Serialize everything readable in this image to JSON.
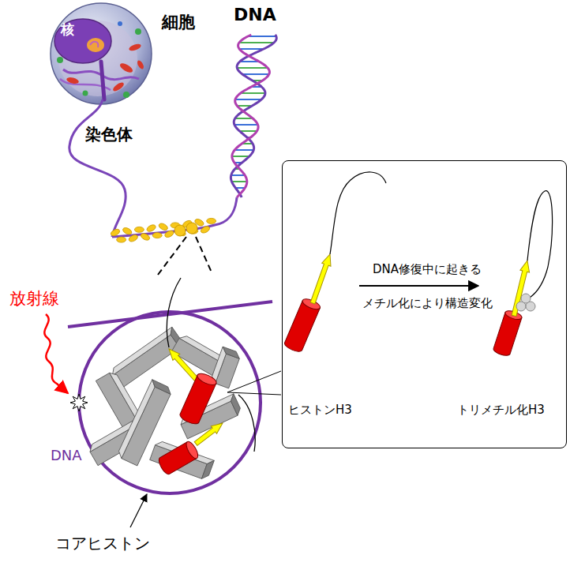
{
  "diagram": {
    "nodes": [
      {
        "text": [
          "ヒストンH3",
          "DNA修復中に起きる メチル化により構造変化",
          "トリメチル化H3"
        ]
      }
    ],
    "labels": [
      "細胞",
      "核",
      "DNA",
      "染色体",
      "放射線",
      "DNA",
      "コアヒストン"
    ]
  }
}
